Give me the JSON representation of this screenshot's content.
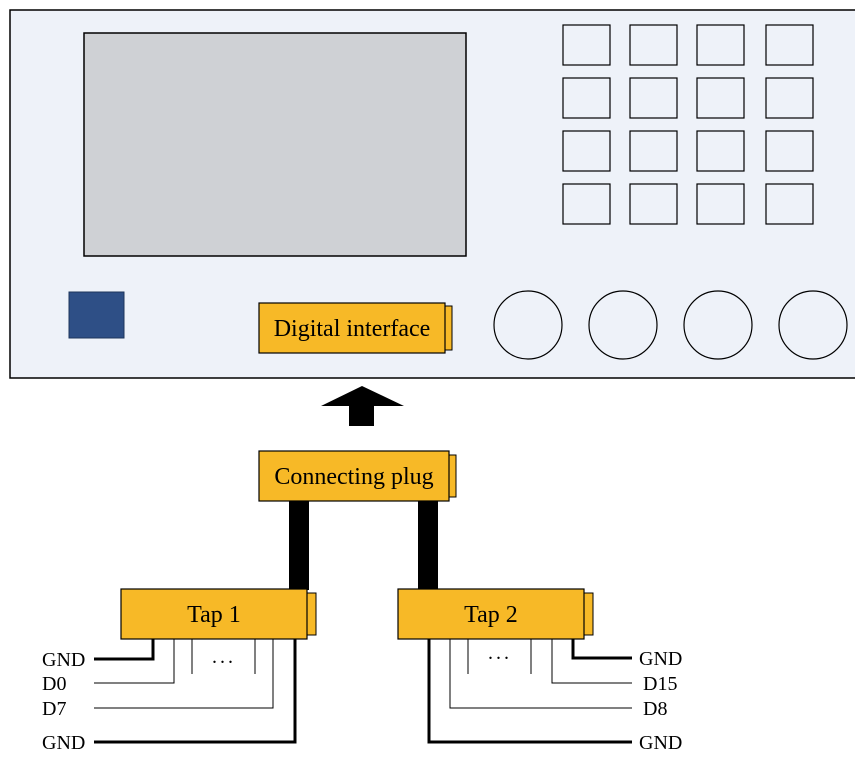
{
  "colors": {
    "panel_fill": "#eef2f9",
    "screen_fill": "#cfd1d5",
    "key_fill": "#eef2f9",
    "indicator_fill": "#2e4f86",
    "box_fill": "#f7b927",
    "stroke": "#000000"
  },
  "instrument": {
    "digital_interface_label": "Digital interface",
    "key_count": 16,
    "knob_count": 4
  },
  "connector": {
    "plug_label": "Connecting plug",
    "arrow_icon": "up-arrow-icon"
  },
  "tap1": {
    "label": "Tap 1",
    "ellipsis": "...",
    "wires": {
      "gnd_top": "GND",
      "d0": "D0",
      "d7": "D7",
      "gnd_bottom": "GND"
    }
  },
  "tap2": {
    "label": "Tap 2",
    "ellipsis": "...",
    "wires": {
      "gnd_top": "GND",
      "d15": "D15",
      "d8": "D8",
      "gnd_bottom": "GND"
    }
  }
}
